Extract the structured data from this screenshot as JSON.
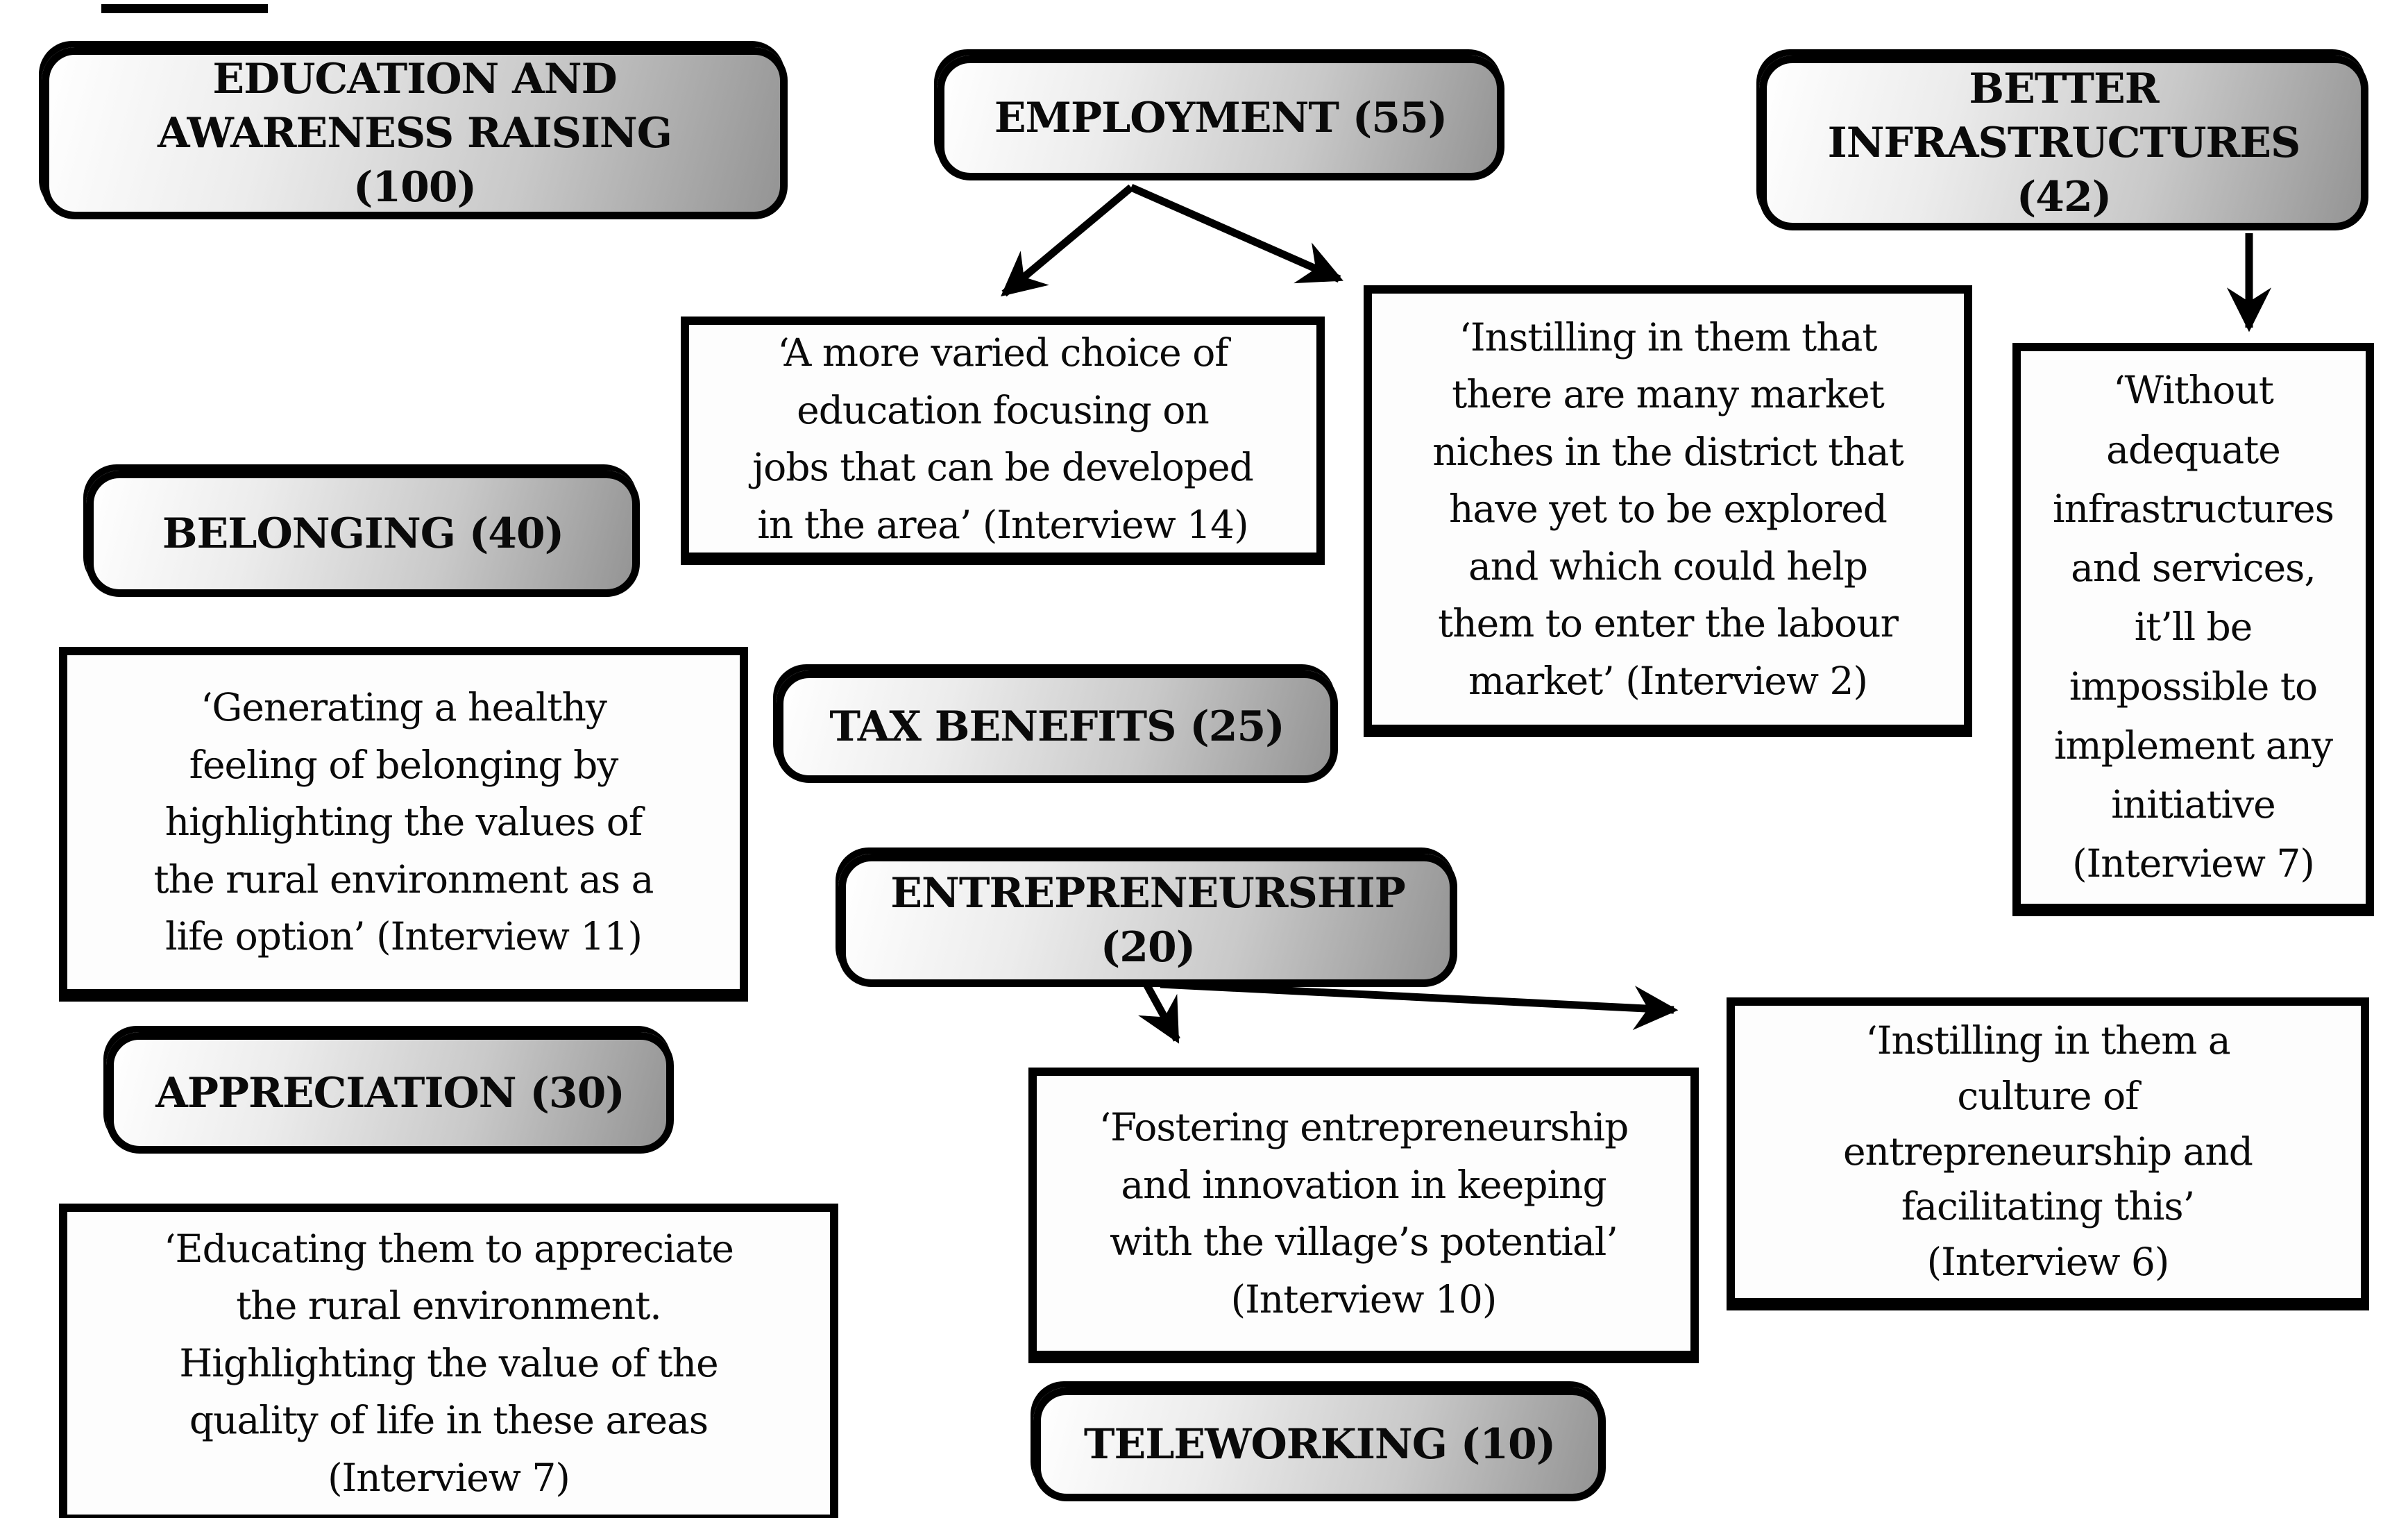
{
  "colors": {
    "background": "#ffffff",
    "border": "#000000",
    "node_gradient_light": "#ffffff",
    "node_gradient_dark": "#949494",
    "text": "#0a0a0a"
  },
  "nodes": {
    "education": {
      "label": "EDUCATION AND\nAWARENESS RAISING\n(100)"
    },
    "employment": {
      "label": "EMPLOYMENT (55)"
    },
    "infrastructures": {
      "label": "BETTER\nINFRASTRUCTURES\n(42)"
    },
    "belonging": {
      "label": "BELONGING (40)"
    },
    "tax_benefits": {
      "label": "TAX BENEFITS (25)"
    },
    "entrepreneurship": {
      "label": "ENTREPRENEURSHIP\n(20)"
    },
    "appreciation": {
      "label": "APPRECIATION (30)"
    },
    "teleworking": {
      "label": "TELEWORKING (10)"
    },
    "quote_varied_education": {
      "text": "‘A more varied choice of\neducation focusing on\njobs that can be developed\nin the area’ (Interview 14)"
    },
    "quote_market_niches": {
      "text": "‘Instilling in them that\nthere are many market\nniches in the district that\nhave yet to be explored\nand which could help\nthem to enter the labour\nmarket’ (Interview 2)"
    },
    "quote_without_adequate": {
      "text": "‘Without\nadequate\ninfrastructures\nand services,\nit’ll be\nimpossible to\nimplement any\ninitiative\n(Interview 7)"
    },
    "quote_generating_belonging": {
      "text": "‘Generating a healthy\nfeeling of belonging by\nhighlighting the values of\nthe rural environment as a\nlife option’ (Interview 11)"
    },
    "quote_educating_appreciate": {
      "text": "‘Educating them to appreciate\nthe rural environment.\nHighlighting the value of the\nquality of life in these areas\n(Interview 7)"
    },
    "quote_fostering": {
      "text": "‘Fostering entrepreneurship\nand innovation in keeping\nwith the village’s potential’\n(Interview 10)"
    },
    "quote_culture": {
      "text": "‘Instilling in them a\nculture of\nentrepreneurship and\nfacilitating this’\n(Interview 6)"
    }
  },
  "arrows": [
    {
      "from": "employment",
      "to": "quote_varied_education"
    },
    {
      "from": "employment",
      "to": "quote_market_niches"
    },
    {
      "from": "infrastructures",
      "to": "quote_without_adequate"
    },
    {
      "from": "entrepreneurship",
      "to": "quote_fostering"
    },
    {
      "from": "entrepreneurship",
      "to": "quote_culture"
    }
  ]
}
